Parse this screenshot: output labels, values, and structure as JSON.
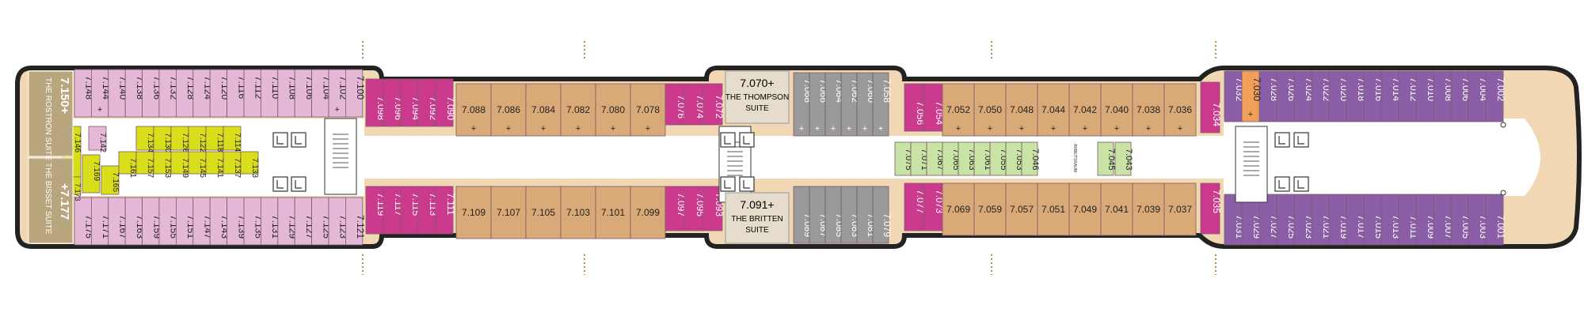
{
  "colors": {
    "lavender": "#e6b8d8",
    "orchid": "#cc3a8e",
    "tan": "#d9a978",
    "purple": "#8b5fa8",
    "gray": "#9a9a9a",
    "lime": "#d8de1a",
    "lightgreen": "#c9e3a6",
    "khaki": "#b9a57e",
    "orange": "#f0a058",
    "deck": "#f1d7b3",
    "hull": "#222222",
    "dash": "#b08a5a"
  },
  "suites": {
    "rostron_num": "7.150+",
    "rostron_name": "THE ROSTRON SUITE",
    "bisset_num": "+7.177",
    "bisset_name": "THE BISSET SUITE",
    "thompson_num": "7.070+",
    "thompson_name_1": "THE THOMPSON",
    "thompson_name_2": "SUITE",
    "britten_num": "7.091+",
    "britten_name_1": "THE BRITTEN",
    "britten_name_2": "SUITE",
    "small_label": "ARBEITSRAUM"
  },
  "rows": {
    "aft_top": [
      "7.148",
      "7.144",
      "7.140",
      "7.138",
      "7.136",
      "7.132",
      "7.128",
      "7.124",
      "7.120",
      "7.116",
      "7.112",
      "7.110",
      "7.108",
      "7.106",
      "7.104",
      "7.102",
      "7.100"
    ],
    "aft_top_markers": [
      "",
      "+",
      "",
      "",
      "",
      "",
      "",
      "",
      "",
      "",
      "",
      "",
      "",
      "",
      "",
      "+",
      ""
    ],
    "aft_bottom": [
      "7.175",
      "7.171",
      "7.167",
      "7.163",
      "7.159",
      "7.155",
      "7.151",
      "7.147",
      "7.143",
      "7.139",
      "7.135",
      "7.131",
      "7.129",
      "7.127",
      "7.125",
      "7.123",
      "7.121"
    ],
    "aft_bottom_markers": [
      "",
      "",
      "",
      "",
      "",
      "",
      "",
      "",
      "",
      "",
      "",
      "",
      "",
      "",
      "",
      "",
      ""
    ],
    "inner_top_lav": [
      "7.142"
    ],
    "inner_top": [
      "7.134",
      "7.130",
      "7.126",
      "7.122",
      "7.118",
      "7.114"
    ],
    "inner_mid": [
      "7.161",
      "7.157",
      "7.153",
      "7.149",
      "7.145",
      "7.141",
      "7.137",
      "7.133"
    ],
    "inner_bot": [
      "7.146",
      "7.173",
      "7.169",
      "7.165"
    ],
    "orchid_top_aft": [
      "7.098",
      "7.096",
      "7.094",
      "7.092",
      "7.090"
    ],
    "orchid_bot_aft": [
      "7.119",
      "7.117",
      "7.115",
      "7.113",
      "7.111"
    ],
    "tan_top_1": [
      "7.088",
      "7.086",
      "7.084",
      "7.082",
      "7.080",
      "7.078"
    ],
    "orchid_top_mid": [
      "7.076",
      "7.074",
      "7.072"
    ],
    "tan_bot_1": [
      "7.109",
      "7.107",
      "7.105",
      "7.103",
      "7.101",
      "7.099"
    ],
    "orchid_bot_mid": [
      "7.097",
      "7.095",
      "7.093"
    ],
    "gray_top": [
      "7.068",
      "7.066",
      "7.064",
      "7.062",
      "7.060",
      "7.058"
    ],
    "gray_bot": [
      "7.089",
      "7.087",
      "7.085",
      "7.083",
      "7.081",
      "7.079"
    ],
    "orchid_top_fwd": [
      "7.056",
      "7.054"
    ],
    "orchid_bot_fwd": [
      "7.077",
      "7.073"
    ],
    "tan_top_2": [
      "7.052",
      "7.050",
      "7.048",
      "7.044",
      "7.042",
      "7.040",
      "7.038",
      "7.036"
    ],
    "tan_bot_2": [
      "7.069",
      "7.059",
      "7.057",
      "7.051",
      "7.049",
      "7.041",
      "7.039",
      "7.037"
    ],
    "green_top": [
      "7.075",
      "7.071",
      "7.067",
      "7.065",
      "7.063",
      "7.061",
      "7.055",
      "7.053"
    ],
    "green_mid": [
      "7.046",
      "7.045",
      "7.043"
    ],
    "orchid_fwd_top": "7.034",
    "orchid_fwd_bot": "7.035",
    "orange_top": "7.030",
    "purple_top": [
      "7.032",
      "7.028",
      "7.026",
      "7.024",
      "7.022",
      "7.020",
      "7.018",
      "7.016",
      "7.014",
      "7.012",
      "7.010",
      "7.008",
      "7.006",
      "7.004",
      "7.002"
    ],
    "purple_bot": [
      "7.031",
      "7.029",
      "7.027",
      "7.025",
      "7.023",
      "7.021",
      "7.019",
      "7.017",
      "7.015",
      "7.013",
      "7.011",
      "7.009",
      "7.007",
      "7.005",
      "7.003",
      "7.001"
    ]
  }
}
